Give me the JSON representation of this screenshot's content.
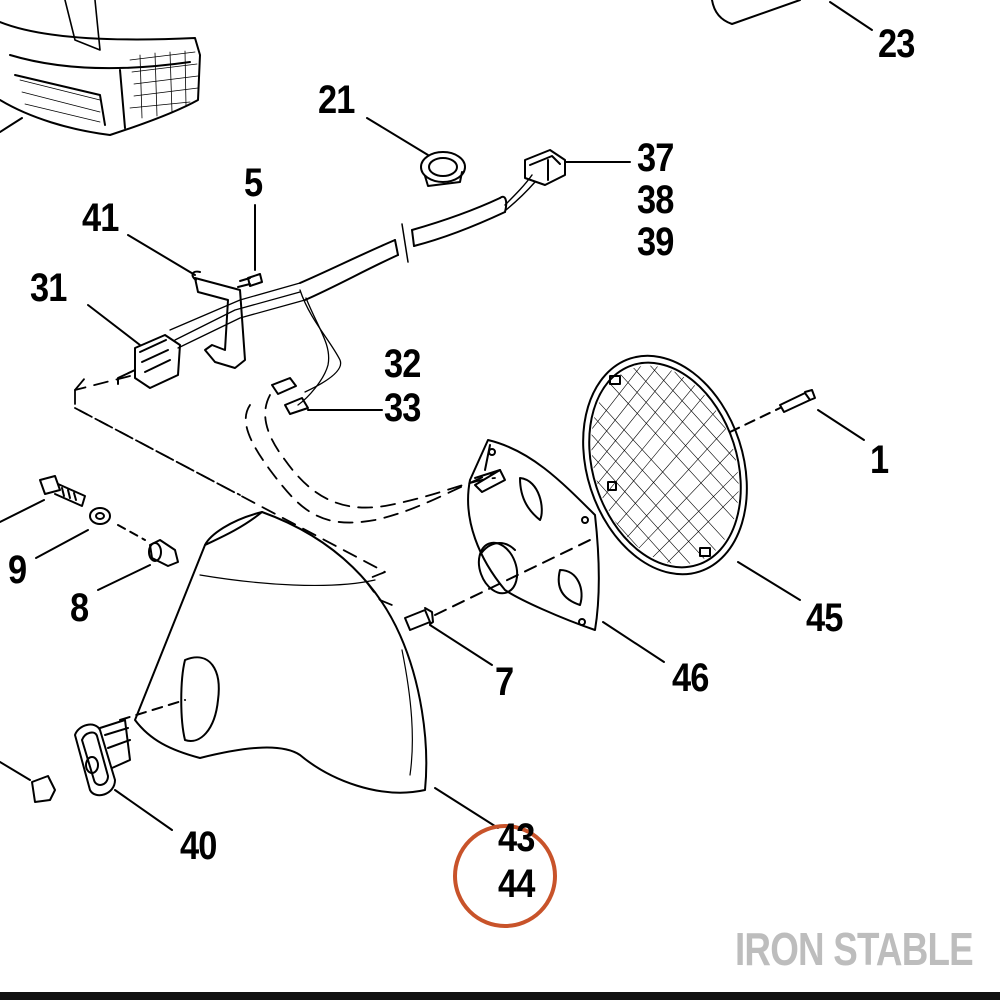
{
  "callouts": {
    "c23": "23",
    "c21": "21",
    "c37": "37",
    "c38": "38",
    "c39": "39",
    "c5": "5",
    "c41": "41",
    "c31": "31",
    "c32": "32",
    "c33": "33",
    "c1": "1",
    "c9": "9",
    "c8": "8",
    "c45": "45",
    "c7": "7",
    "c46": "46",
    "c40": "40",
    "c43": "43",
    "c44": "44"
  },
  "watermark": {
    "text": "IRON STABLE"
  },
  "colors": {
    "line": "#000000",
    "highlight": "#c8532a",
    "watermark": "#bdbdbd",
    "bar": "#111111"
  },
  "icons": {
    "highlight_marker": "circle-highlight-icon"
  }
}
